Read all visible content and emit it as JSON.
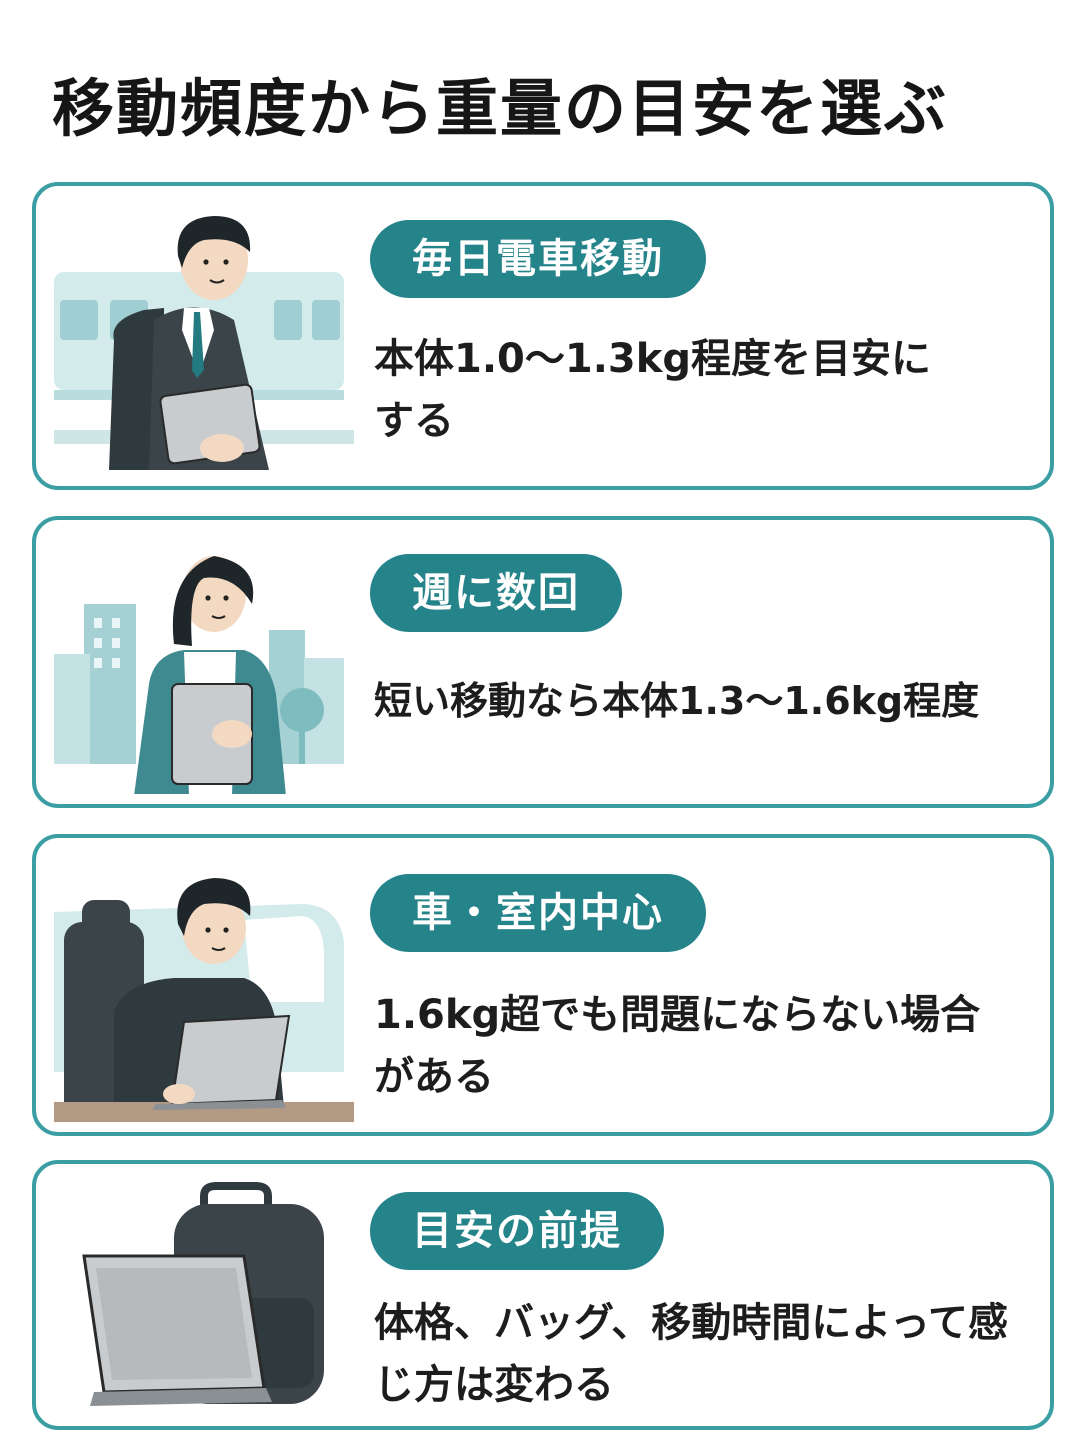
{
  "title": "移動頻度から重量の目安を選ぶ",
  "cards": [
    {
      "tag": "毎日電車移動",
      "text": "本体1.0〜1.3kg程度を目安にする"
    },
    {
      "tag": "週に数回",
      "text": "短い移動なら本体1.3〜1.6kg程度"
    },
    {
      "tag": "車・室内中心",
      "text": "1.6kg超でも問題にならない場合がある"
    },
    {
      "tag": "目安の前提",
      "text": "体格、バッグ、移動時間によって感じ方は変わる"
    }
  ],
  "colors": {
    "accent": "#3a9ea3",
    "badge": "#25838a",
    "ink": "#1d1d1d"
  }
}
